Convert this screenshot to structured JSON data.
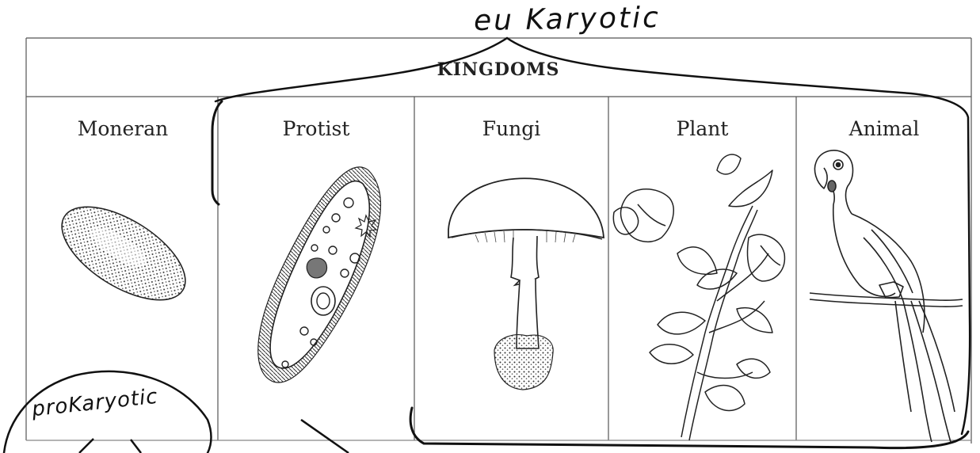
{
  "annotations": {
    "eukaryotic": "eu Karyotic",
    "prokaryotic": "proKaryotic"
  },
  "table": {
    "title": "KINGDOMS",
    "columns": [
      {
        "label": "Moneran",
        "illustration": "bacterium-icon"
      },
      {
        "label": "Protist",
        "illustration": "paramecium-icon"
      },
      {
        "label": "Fungi",
        "illustration": "mushroom-icon"
      },
      {
        "label": "Plant",
        "illustration": "flowering-plant-icon"
      },
      {
        "label": "Animal",
        "illustration": "parrot-icon"
      }
    ]
  },
  "colors": {
    "ink": "#111111",
    "rule": "#555555"
  }
}
